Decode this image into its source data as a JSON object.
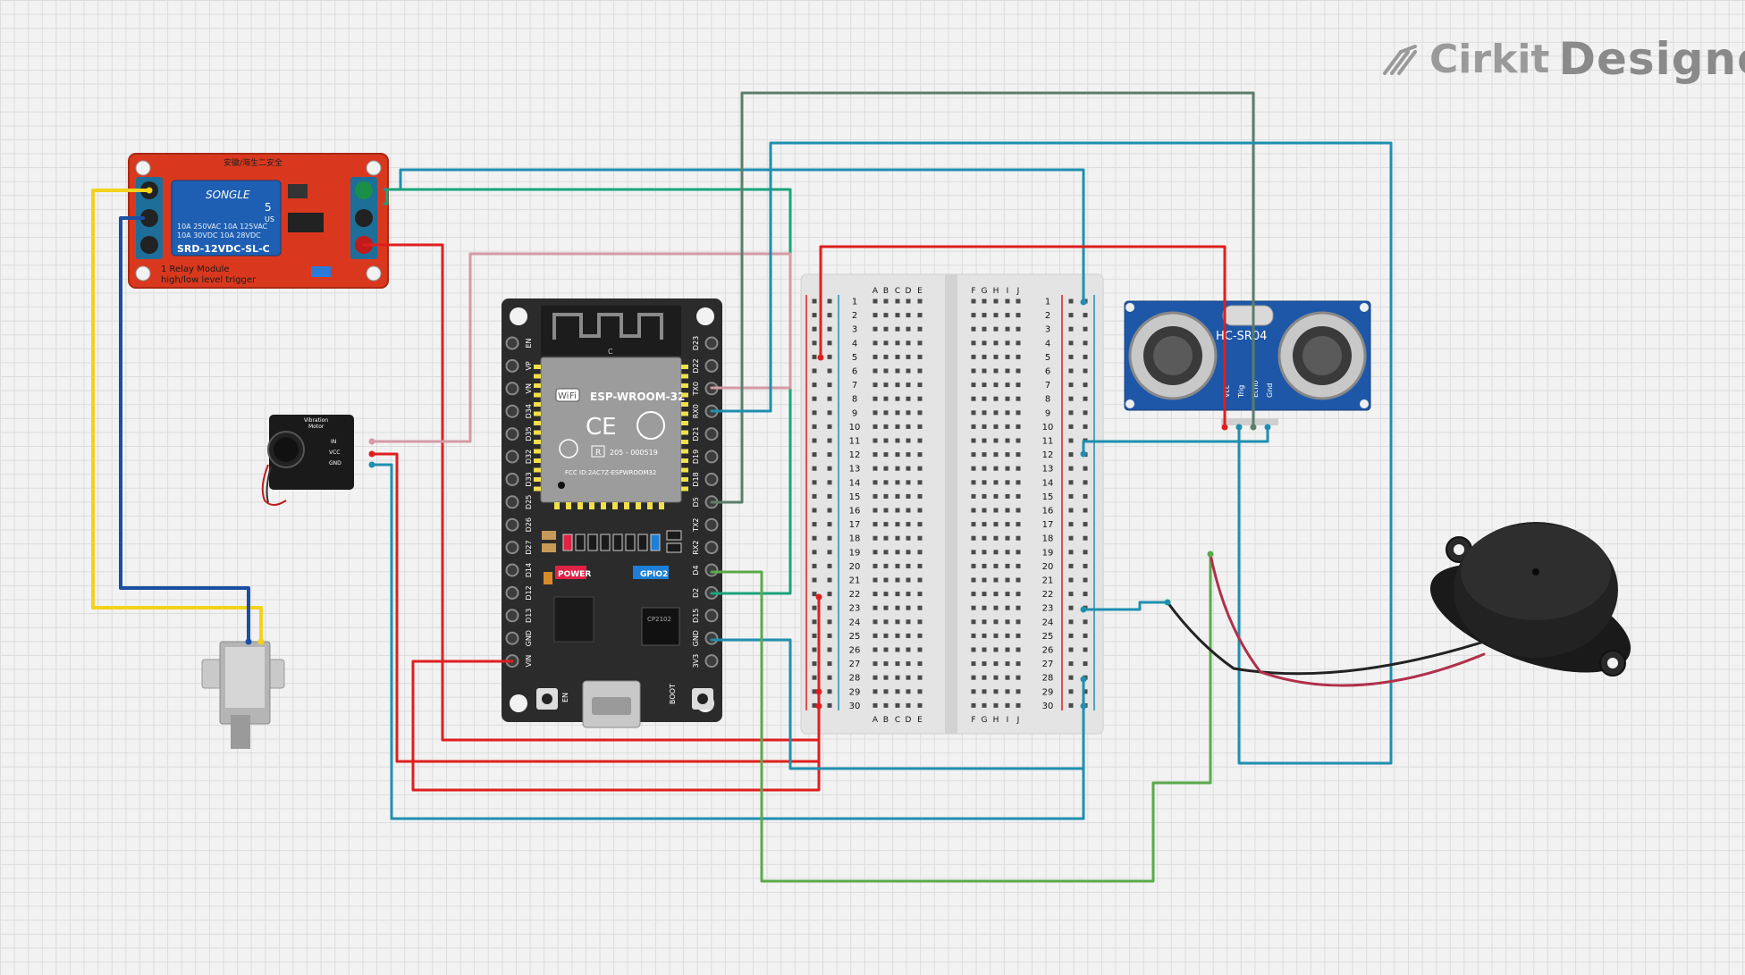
{
  "app": {
    "logo_word_1": "Cirkit",
    "logo_word_2": "Designer",
    "logo_icon": "pen-nib-icon"
  },
  "colors": {
    "wire_red": "#e01e1e",
    "wire_teal": "#1f8fb0",
    "wire_green_teal": "#1aa37a",
    "wire_green": "#5aaa4a",
    "wire_gray_green": "#5b7d6a",
    "wire_pink": "#d49aa6",
    "wire_yellow": "#f2d21b",
    "wire_blue": "#1a4fa3",
    "relay_board": "#d9381e",
    "esp_board": "#2b2b2b",
    "sonar_board": "#1e57a8"
  },
  "relay": {
    "brand": "SONGLE",
    "rating_1": "10A 250VAC  10A 125VAC",
    "rating_2": "10A 30VDC  10A 28VDC",
    "model": "SRD-12VDC-SL-C",
    "caption_1": "1 Relay  Module",
    "caption_2": "high/low level trigger",
    "header_text": "安徽/海生二安全",
    "digit": "5",
    "unit": "US"
  },
  "vibration": {
    "title_1": "Vibration",
    "title_2": "Motor",
    "pins": [
      "IN",
      "VCC",
      "GND"
    ]
  },
  "esp32": {
    "module": "ESP-WROOM-32",
    "wifi": "Wi",
    "wifi_suffix": "Fi",
    "ce": "CE",
    "reg": "R",
    "reg_code": "205 - 000519",
    "fcc": "FCC ID:2AC7Z-ESPWROOM32",
    "c_mark": "C",
    "left_pins": [
      "EN",
      "VP",
      "VN",
      "D34",
      "D35",
      "D32",
      "D33",
      "D25",
      "D26",
      "D27",
      "D14",
      "D12",
      "D13",
      "GND",
      "VIN"
    ],
    "right_pins": [
      "D23",
      "D22",
      "TX0",
      "RX0",
      "D21",
      "D19",
      "D18",
      "D5",
      "TX2",
      "RX2",
      "D4",
      "D2",
      "D15",
      "GND",
      "3V3"
    ],
    "power_label": "POWER",
    "gpio_label": "GPIO2",
    "en_label": "EN",
    "boot_label": "BOOT",
    "chip_text": "CP2102"
  },
  "breadboard": {
    "cols_left": [
      "A",
      "B",
      "C",
      "D",
      "E"
    ],
    "cols_right": [
      "F",
      "G",
      "H",
      "I",
      "J"
    ],
    "rows": 30
  },
  "sonar": {
    "label": "HC-SR04",
    "pins": [
      "Vcc",
      "Trig",
      "Echo",
      "Gnd"
    ]
  }
}
